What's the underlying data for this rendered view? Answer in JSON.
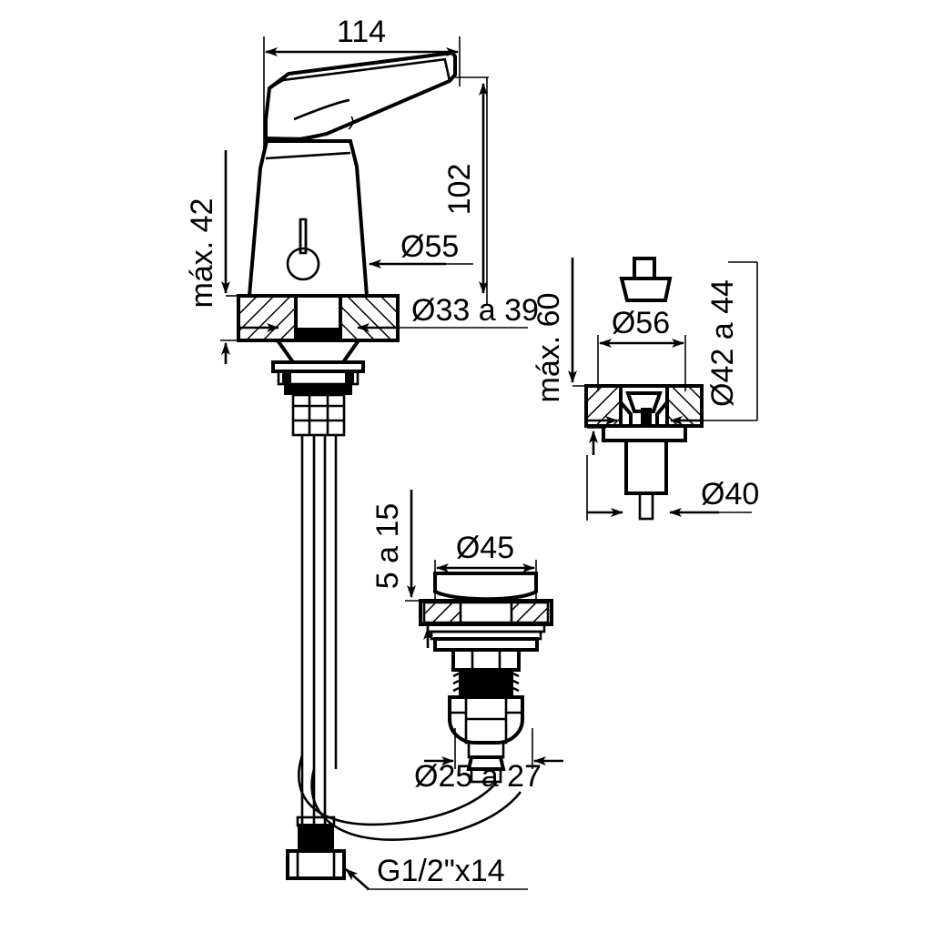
{
  "drawing": {
    "title": "Single-lever basin mixer installation drawing",
    "units": "mm",
    "background_color": "#ffffff",
    "line_color": "#000000"
  },
  "dimensions": {
    "spout_reach": "114",
    "body_height": "102",
    "max_handle_clearance": "máx. 42",
    "base_diameter": "Ø55",
    "mounting_hole": "Ø33 a 39",
    "drain_max_depth": "máx. 60",
    "drain_cap_diameter": "Ø56",
    "drain_hole_range": "Ø42 a 44",
    "drain_tail_diameter": "Ø40",
    "valve_deck_thickness": "5 a 15",
    "valve_flange_diameter": "Ø45",
    "valve_hole_range": "Ø25 a 27",
    "supply_thread": "G1/2\"x14"
  },
  "labels": [
    {
      "id": "dim-114",
      "text": "114",
      "orientation": "horizontal"
    },
    {
      "id": "dim-102",
      "text": "102",
      "orientation": "vertical"
    },
    {
      "id": "dim-max-42",
      "text": "máx. 42",
      "orientation": "vertical"
    },
    {
      "id": "dim-d55",
      "text": "Ø55",
      "orientation": "horizontal"
    },
    {
      "id": "dim-d33-39",
      "text": "Ø33 a 39",
      "orientation": "horizontal"
    },
    {
      "id": "dim-max-60",
      "text": "máx. 60",
      "orientation": "vertical"
    },
    {
      "id": "dim-d56",
      "text": "Ø56",
      "orientation": "horizontal"
    },
    {
      "id": "dim-d42-44",
      "text": "Ø42 a 44",
      "orientation": "vertical"
    },
    {
      "id": "dim-d40",
      "text": "Ø40",
      "orientation": "horizontal"
    },
    {
      "id": "dim-5-15",
      "text": "5 a 15",
      "orientation": "vertical"
    },
    {
      "id": "dim-d45",
      "text": "Ø45",
      "orientation": "horizontal"
    },
    {
      "id": "dim-d25-27",
      "text": "Ø25 a 27",
      "orientation": "horizontal"
    },
    {
      "id": "dim-g12x14",
      "text": "G1/2\"x14",
      "orientation": "horizontal"
    }
  ],
  "views": {
    "faucet": {
      "name": "Single lever mixer front elevation with counter section"
    },
    "drain": {
      "name": "Pop-up waste / drain assembly section"
    },
    "valve": {
      "name": "Deck valve / angle stop assembly section"
    }
  }
}
